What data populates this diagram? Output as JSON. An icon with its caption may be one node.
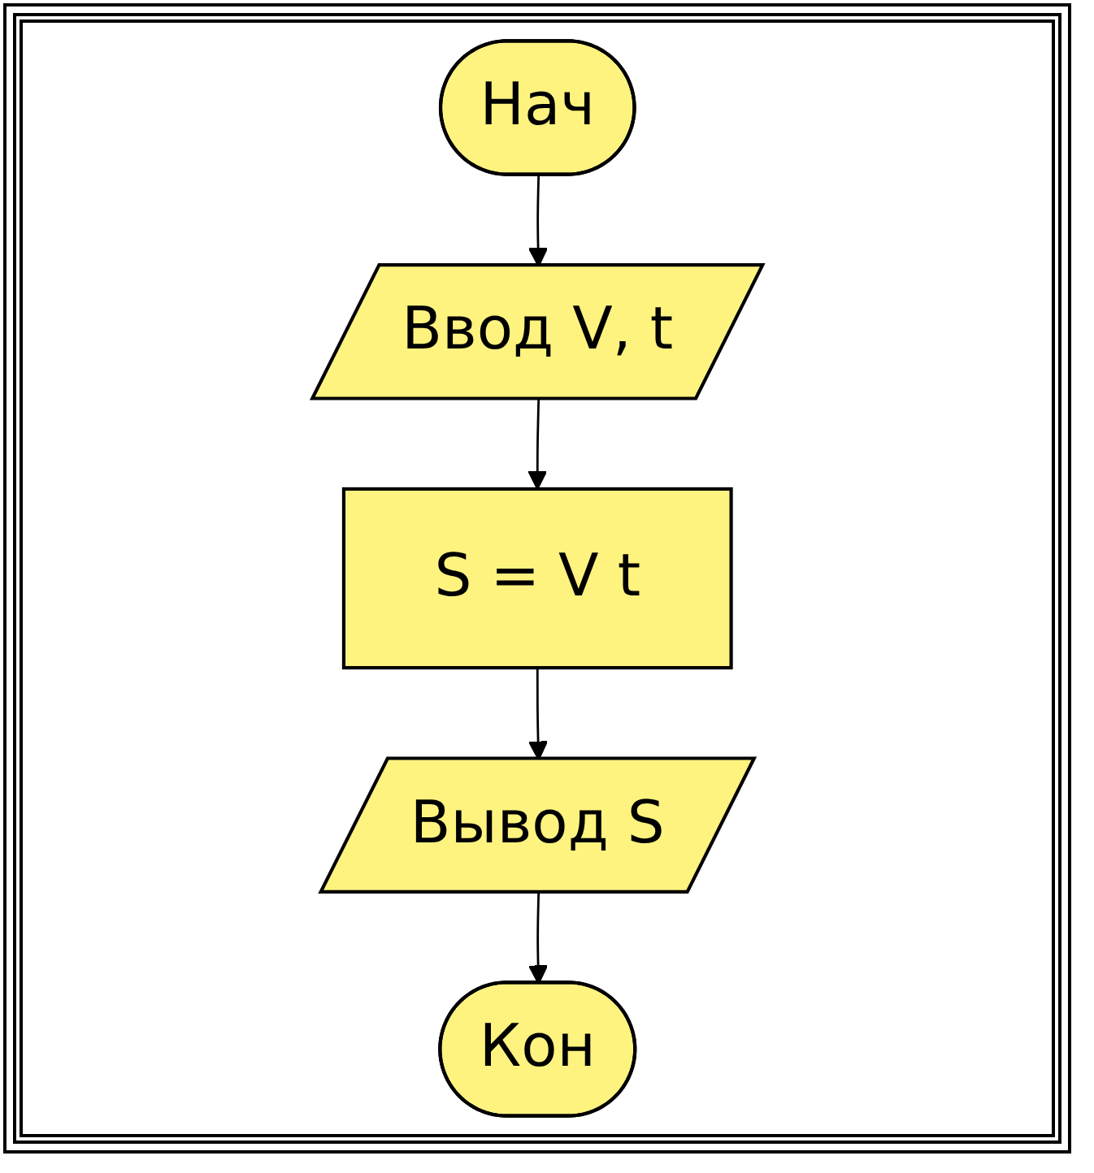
{
  "diagram": {
    "nodes": [
      {
        "text": [
          "Нач"
        ]
      },
      {
        "text": [
          "Ввод V, t"
        ]
      },
      {
        "text": [
          "S = V t"
        ]
      },
      {
        "text": [
          "Вывод S"
        ]
      },
      {
        "text": [
          "Кон"
        ]
      }
    ],
    "edges": [
      {
        "from": 0,
        "to": 1,
        "arrow": "to"
      },
      {
        "from": 1,
        "to": 2,
        "arrow": "to"
      },
      {
        "from": 2,
        "to": 3,
        "arrow": "to"
      },
      {
        "from": 3,
        "to": 4,
        "arrow": "to"
      }
    ]
  }
}
